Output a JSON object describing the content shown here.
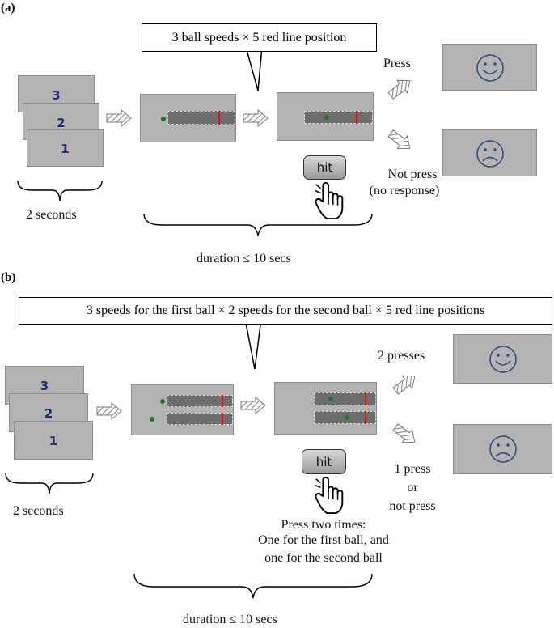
{
  "panel_a": {
    "label": "(a)",
    "countdown": [
      "3",
      "2",
      "1"
    ],
    "countdown_caption": "2 seconds",
    "callout": "3 ball speeds  × 5 red line position",
    "hit_label": "hit",
    "press_label": "Press",
    "not_press_line1": "Not press",
    "not_press_line2": "(no response)",
    "duration": "duration  ≤ 10 secs"
  },
  "panel_b": {
    "label": "(b)",
    "countdown": [
      "3",
      "2",
      "1"
    ],
    "countdown_caption": "2 seconds",
    "callout": "3 speeds for the first ball  × 2 speeds for the second ball  × 5 red line positions",
    "hit_label": "hit",
    "press_label": "2 presses",
    "not_press_line1": "1 press",
    "not_press_line2": "or",
    "not_press_line3": "not press",
    "instruction_line1": "Press two times:",
    "instruction_line2": "One for the first ball, and",
    "instruction_line3": "one for the second ball",
    "duration": "duration  ≤ 10 secs"
  },
  "colors": {
    "screen": "#b3b3b3",
    "track": "#6e6e6e",
    "ball": "#1e7a1e",
    "red_line": "#e01010",
    "countdown_digit": "#1f2d7a",
    "face": "#2f4f7f"
  },
  "icons": [
    "hatched-arrow-icon",
    "pointing-hand-icon",
    "smiley-face-icon",
    "sad-face-icon"
  ]
}
